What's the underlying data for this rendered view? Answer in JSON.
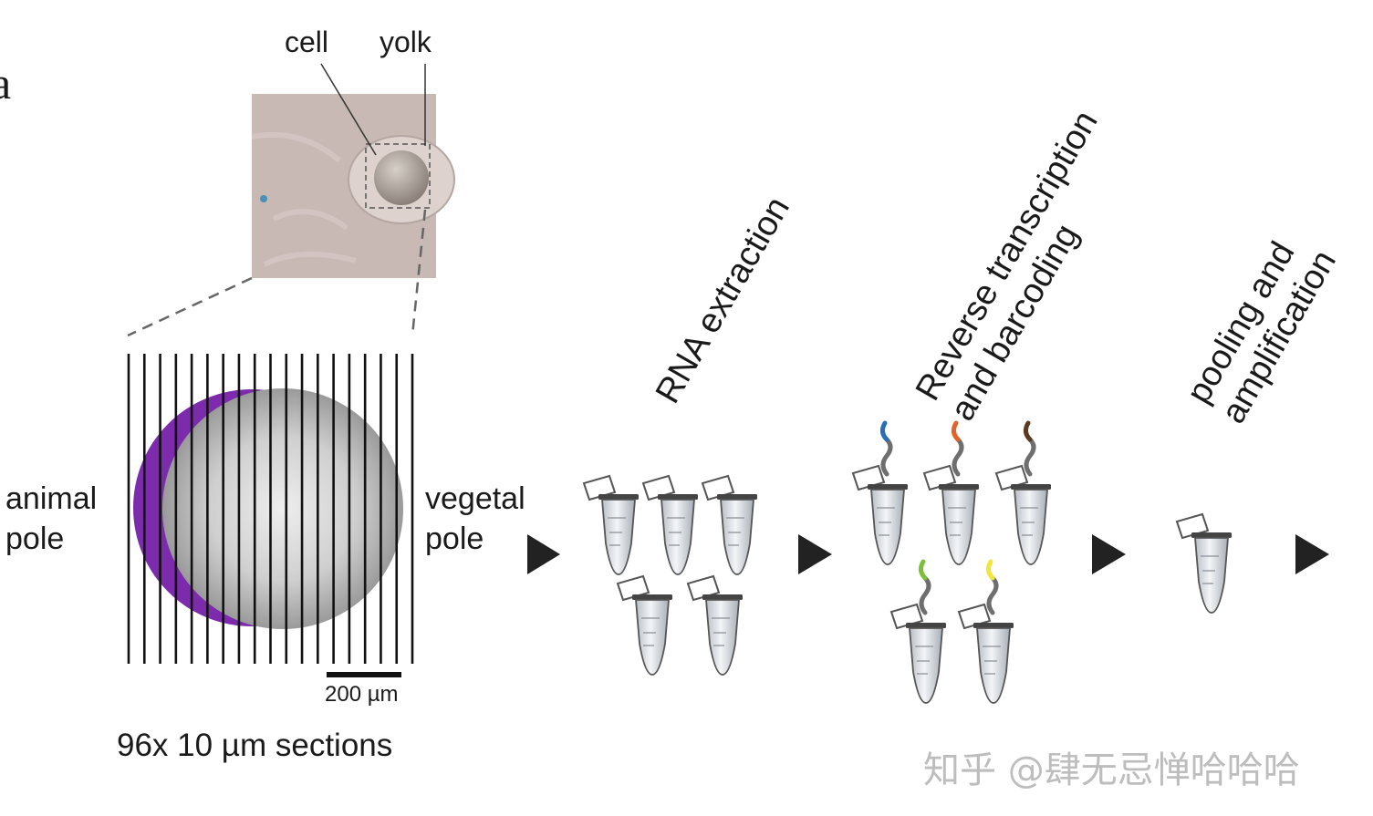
{
  "panel_letter": "a",
  "micrograph": {
    "label_cell": "cell",
    "label_yolk": "yolk"
  },
  "embryo": {
    "label_animal": [
      "animal",
      "pole"
    ],
    "label_vegetal": [
      "vegetal",
      "pole"
    ],
    "scale_bar": "200 µm",
    "caption": "96x 10 µm sections",
    "colors": {
      "animal_cap": "#7b2bab",
      "yolk": "#c4c4c4",
      "section_line": "#111111"
    }
  },
  "steps": [
    {
      "lines": [
        "RNA extraction"
      ]
    },
    {
      "lines": [
        "Reverse transcription",
        "and barcoding"
      ]
    },
    {
      "lines": [
        "pooling and",
        "amplification"
      ]
    }
  ],
  "barcode_colors": [
    "#2a6fb5",
    "#e0632a",
    "#5a3a22",
    "#7cbf3a",
    "#f2e63a"
  ],
  "watermark": "知乎 @肆无忌惮哈哈哈"
}
